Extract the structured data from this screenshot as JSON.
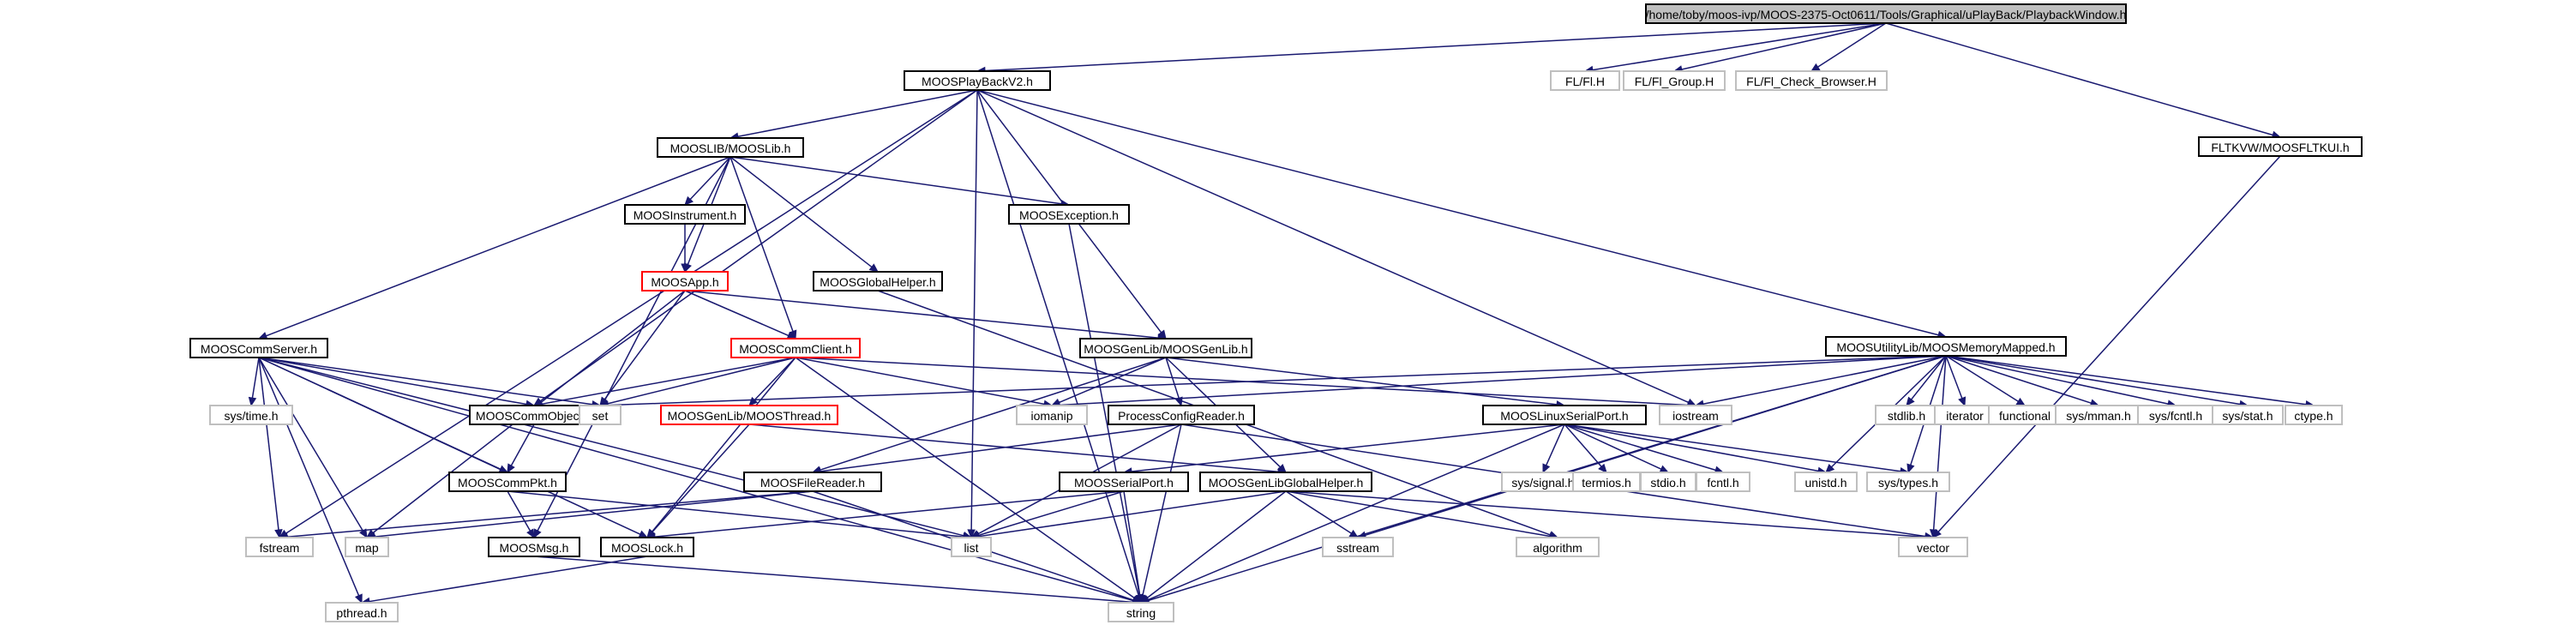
{
  "colors": {
    "edge": "#191970",
    "root_fill": "#bfbfbf",
    "normal_border": "#000000",
    "ext_border": "#bfbfbf",
    "trunc_border": "#ff0000"
  },
  "nodes": [
    {
      "id": "root",
      "label": "/home/toby/moos-ivp/MOOS-2375-Oct0611/Tools/Graphical/uPlayBack/PlaybackWindow.h",
      "kind": "root"
    },
    {
      "id": "playback",
      "label": "MOOSPlayBackV2.h",
      "kind": "normal"
    },
    {
      "id": "flh",
      "label": "FL/Fl.H",
      "kind": "ext"
    },
    {
      "id": "flgroup",
      "label": "FL/Fl_Group.H",
      "kind": "ext"
    },
    {
      "id": "flcheck",
      "label": "FL/Fl_Check_Browser.H",
      "kind": "ext"
    },
    {
      "id": "fltkvw",
      "label": "FLTKVW/MOOSFLTKUI.h",
      "kind": "normal"
    },
    {
      "id": "mooslib",
      "label": "MOOSLIB/MOOSLib.h",
      "kind": "normal"
    },
    {
      "id": "moosinst",
      "label": "MOOSInstrument.h",
      "kind": "normal"
    },
    {
      "id": "moosexc",
      "label": "MOOSException.h",
      "kind": "normal"
    },
    {
      "id": "moosapp",
      "label": "MOOSApp.h",
      "kind": "trunc"
    },
    {
      "id": "moosglobal",
      "label": "MOOSGlobalHelper.h",
      "kind": "normal"
    },
    {
      "id": "commserver",
      "label": "MOOSCommServer.h",
      "kind": "normal"
    },
    {
      "id": "commclient",
      "label": "MOOSCommClient.h",
      "kind": "trunc"
    },
    {
      "id": "genlib",
      "label": "MOOSGenLib/MOOSGenLib.h",
      "kind": "normal"
    },
    {
      "id": "memmapped",
      "label": "MOOSUtilityLib/MOOSMemoryMapped.h",
      "kind": "normal"
    },
    {
      "id": "systime",
      "label": "sys/time.h",
      "kind": "ext"
    },
    {
      "id": "commobject",
      "label": "MOOSCommObject.h",
      "kind": "normal"
    },
    {
      "id": "set",
      "label": "set",
      "kind": "ext"
    },
    {
      "id": "moosthread",
      "label": "MOOSGenLib/MOOSThread.h",
      "kind": "trunc"
    },
    {
      "id": "iomanip",
      "label": "iomanip",
      "kind": "ext"
    },
    {
      "id": "procconfig",
      "label": "ProcessConfigReader.h",
      "kind": "normal"
    },
    {
      "id": "iostream",
      "label": "iostream",
      "kind": "ext"
    },
    {
      "id": "linuxserial",
      "label": "MOOSLinuxSerialPort.h",
      "kind": "normal"
    },
    {
      "id": "stdlib",
      "label": "stdlib.h",
      "kind": "ext"
    },
    {
      "id": "iterator",
      "label": "iterator",
      "kind": "ext"
    },
    {
      "id": "functional",
      "label": "functional",
      "kind": "ext"
    },
    {
      "id": "sysmman",
      "label": "sys/mman.h",
      "kind": "ext"
    },
    {
      "id": "sysfcntl",
      "label": "sys/fcntl.h",
      "kind": "ext"
    },
    {
      "id": "sysstat",
      "label": "sys/stat.h",
      "kind": "ext"
    },
    {
      "id": "ctype",
      "label": "ctype.h",
      "kind": "ext"
    },
    {
      "id": "commpkt",
      "label": "MOOSCommPkt.h",
      "kind": "normal"
    },
    {
      "id": "filereader",
      "label": "MOOSFileReader.h",
      "kind": "normal"
    },
    {
      "id": "serialport",
      "label": "MOOSSerialPort.h",
      "kind": "normal"
    },
    {
      "id": "genlibglobal",
      "label": "MOOSGenLibGlobalHelper.h",
      "kind": "normal"
    },
    {
      "id": "syssignal",
      "label": "sys/signal.h",
      "kind": "ext"
    },
    {
      "id": "termios",
      "label": "termios.h",
      "kind": "ext"
    },
    {
      "id": "stdio",
      "label": "stdio.h",
      "kind": "ext"
    },
    {
      "id": "fcntl",
      "label": "fcntl.h",
      "kind": "ext"
    },
    {
      "id": "unistd",
      "label": "unistd.h",
      "kind": "ext"
    },
    {
      "id": "systypes",
      "label": "sys/types.h",
      "kind": "ext"
    },
    {
      "id": "fstream",
      "label": "fstream",
      "kind": "ext"
    },
    {
      "id": "map",
      "label": "map",
      "kind": "ext"
    },
    {
      "id": "moosmsg",
      "label": "MOOSMsg.h",
      "kind": "normal"
    },
    {
      "id": "mooslock",
      "label": "MOOSLock.h",
      "kind": "normal"
    },
    {
      "id": "list",
      "label": "list",
      "kind": "ext"
    },
    {
      "id": "sstream",
      "label": "sstream",
      "kind": "ext"
    },
    {
      "id": "algorithm",
      "label": "algorithm",
      "kind": "ext"
    },
    {
      "id": "vector",
      "label": "vector",
      "kind": "ext"
    },
    {
      "id": "pthread",
      "label": "pthread.h",
      "kind": "ext"
    },
    {
      "id": "string",
      "label": "string",
      "kind": "ext"
    }
  ],
  "edges": [
    [
      "root",
      "playback"
    ],
    [
      "root",
      "flh"
    ],
    [
      "root",
      "flgroup"
    ],
    [
      "root",
      "flcheck"
    ],
    [
      "root",
      "fltkvw"
    ],
    [
      "playback",
      "mooslib"
    ],
    [
      "playback",
      "genlib"
    ],
    [
      "playback",
      "memmapped"
    ],
    [
      "playback",
      "commobject"
    ],
    [
      "playback",
      "iostream"
    ],
    [
      "playback",
      "list"
    ],
    [
      "playback",
      "fstream"
    ],
    [
      "playback",
      "string"
    ],
    [
      "fltkvw",
      "vector"
    ],
    [
      "mooslib",
      "moosinst"
    ],
    [
      "mooslib",
      "moosexc"
    ],
    [
      "mooslib",
      "moosapp"
    ],
    [
      "mooslib",
      "moosglobal"
    ],
    [
      "mooslib",
      "commserver"
    ],
    [
      "mooslib",
      "commclient"
    ],
    [
      "mooslib",
      "moosmsg"
    ],
    [
      "moosinst",
      "moosapp"
    ],
    [
      "moosexc",
      "string"
    ],
    [
      "moosapp",
      "commclient"
    ],
    [
      "moosapp",
      "genlib"
    ],
    [
      "moosapp",
      "set"
    ],
    [
      "moosapp",
      "map"
    ],
    [
      "moosglobal",
      "algorithm"
    ],
    [
      "commserver",
      "systime"
    ],
    [
      "commserver",
      "commobject"
    ],
    [
      "commserver",
      "set"
    ],
    [
      "commserver",
      "commpkt"
    ],
    [
      "commserver",
      "map"
    ],
    [
      "commserver",
      "mooslock"
    ],
    [
      "commserver",
      "list"
    ],
    [
      "commserver",
      "fstream"
    ],
    [
      "commserver",
      "pthread"
    ],
    [
      "commserver",
      "string"
    ],
    [
      "commclient",
      "commobject"
    ],
    [
      "commclient",
      "set"
    ],
    [
      "commclient",
      "moosthread"
    ],
    [
      "commclient",
      "iomanip"
    ],
    [
      "commclient",
      "iostream"
    ],
    [
      "commclient",
      "mooslock"
    ],
    [
      "commclient",
      "string"
    ],
    [
      "genlib",
      "procconfig"
    ],
    [
      "genlib",
      "filereader"
    ],
    [
      "genlib",
      "genlibglobal"
    ],
    [
      "genlib",
      "linuxserial"
    ],
    [
      "genlib",
      "iomanip"
    ],
    [
      "memmapped",
      "iostream"
    ],
    [
      "memmapped",
      "stdlib"
    ],
    [
      "memmapped",
      "iterator"
    ],
    [
      "memmapped",
      "functional"
    ],
    [
      "memmapped",
      "sysmman"
    ],
    [
      "memmapped",
      "sysfcntl"
    ],
    [
      "memmapped",
      "sysstat"
    ],
    [
      "memmapped",
      "ctype"
    ],
    [
      "memmapped",
      "set"
    ],
    [
      "memmapped",
      "iomanip"
    ],
    [
      "memmapped",
      "unistd"
    ],
    [
      "memmapped",
      "systypes"
    ],
    [
      "memmapped",
      "sstream"
    ],
    [
      "memmapped",
      "vector"
    ],
    [
      "memmapped",
      "string"
    ],
    [
      "commobject",
      "commpkt"
    ],
    [
      "commpkt",
      "moosmsg"
    ],
    [
      "commpkt",
      "list"
    ],
    [
      "moosthread",
      "mooslock"
    ],
    [
      "moosthread",
      "genlibglobal"
    ],
    [
      "procconfig",
      "filereader"
    ],
    [
      "procconfig",
      "list"
    ],
    [
      "procconfig",
      "string"
    ],
    [
      "procconfig",
      "vector"
    ],
    [
      "linuxserial",
      "serialport"
    ],
    [
      "linuxserial",
      "syssignal"
    ],
    [
      "linuxserial",
      "termios"
    ],
    [
      "linuxserial",
      "stdio"
    ],
    [
      "linuxserial",
      "fcntl"
    ],
    [
      "linuxserial",
      "unistd"
    ],
    [
      "linuxserial",
      "systypes"
    ],
    [
      "linuxserial",
      "string"
    ],
    [
      "filereader",
      "fstream"
    ],
    [
      "filereader",
      "map"
    ],
    [
      "filereader",
      "string"
    ],
    [
      "serialport",
      "mooslock"
    ],
    [
      "serialport",
      "list"
    ],
    [
      "serialport",
      "string"
    ],
    [
      "genlibglobal",
      "list"
    ],
    [
      "genlibglobal",
      "sstream"
    ],
    [
      "genlibglobal",
      "algorithm"
    ],
    [
      "genlibglobal",
      "vector"
    ],
    [
      "genlibglobal",
      "string"
    ],
    [
      "moosmsg",
      "string"
    ],
    [
      "mooslock",
      "pthread"
    ]
  ]
}
